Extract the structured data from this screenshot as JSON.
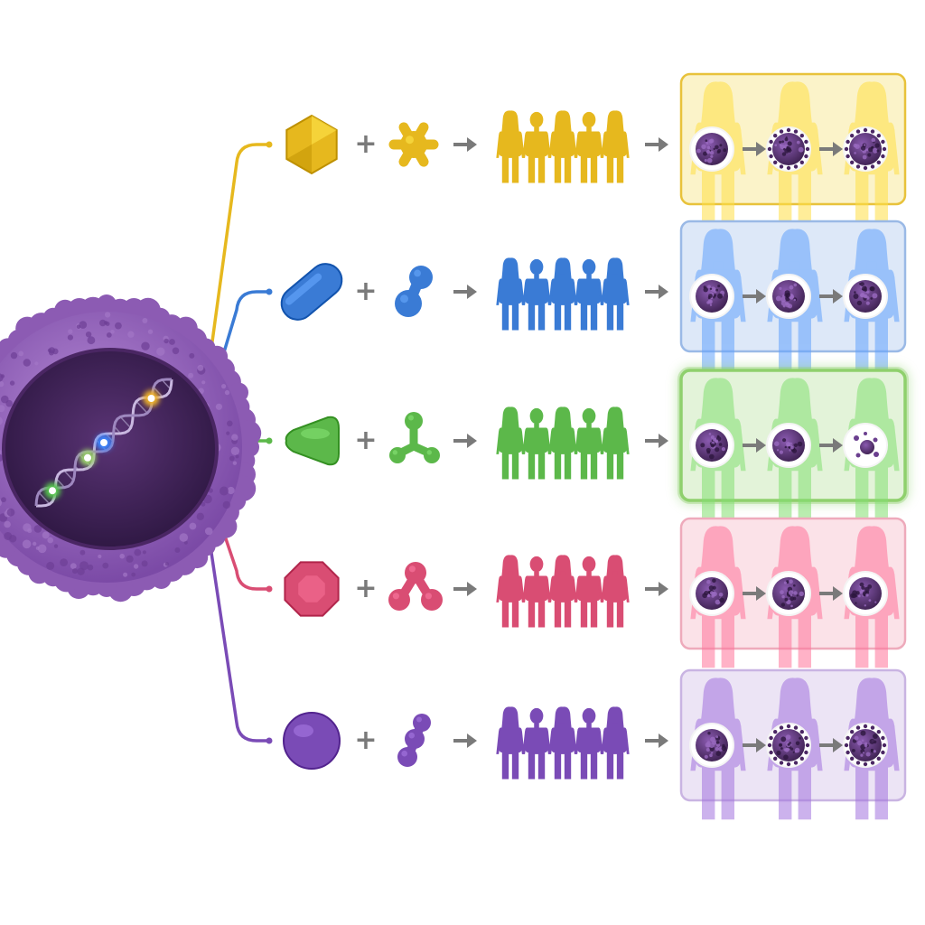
{
  "diagram": {
    "cell": {
      "name": "tumor-cell-with-dna",
      "membrane_color": "#8a5ab0",
      "nucleus_color": "#3d2150",
      "dna_marker_colors": [
        "#f0b429",
        "#3a86ff",
        "#57c84d"
      ]
    },
    "arms": [
      {
        "id": "yellow",
        "color": "#e6b81e",
        "light": "#fbf3c9",
        "border": "#e8c23b",
        "drug_shape": "hexagon-crystal-icon",
        "partner_shape": "splat-molecule-icon",
        "outcome": [
          "tumor-unchanged",
          "tumor-ring",
          "tumor-ring"
        ],
        "highlighted": false
      },
      {
        "id": "blue",
        "color": "#3a7bd5",
        "light": "#dde8f8",
        "border": "#9ab9e6",
        "drug_shape": "capsule-pill-icon",
        "partner_shape": "dumbbell-molecule-icon",
        "outcome": [
          "tumor-unchanged",
          "tumor-unchanged",
          "tumor-unchanged"
        ],
        "highlighted": false
      },
      {
        "id": "green",
        "color": "#5cb84a",
        "light": "#e3f3d9",
        "border": "#8fd06d",
        "drug_shape": "rounded-triangle-icon",
        "partner_shape": "three-lobe-molecule-icon",
        "outcome": [
          "tumor-unchanged",
          "tumor-unchanged",
          "tumor-shrunk"
        ],
        "highlighted": true
      },
      {
        "id": "pink",
        "color": "#d94d73",
        "light": "#fbe2e8",
        "border": "#eeaabb",
        "drug_shape": "faceted-gem-icon",
        "partner_shape": "tri-sphere-molecule-icon",
        "outcome": [
          "tumor-unchanged",
          "tumor-unchanged",
          "tumor-unchanged"
        ],
        "highlighted": false
      },
      {
        "id": "purple",
        "color": "#7a4bb6",
        "light": "#ece4f5",
        "border": "#c9b4e2",
        "drug_shape": "sphere-icon",
        "partner_shape": "bead-chain-molecule-icon",
        "outcome": [
          "tumor-unchanged",
          "tumor-ring",
          "tumor-ring"
        ],
        "highlighted": false
      }
    ],
    "symbols": {
      "plus": "+",
      "arrow": "→"
    }
  }
}
